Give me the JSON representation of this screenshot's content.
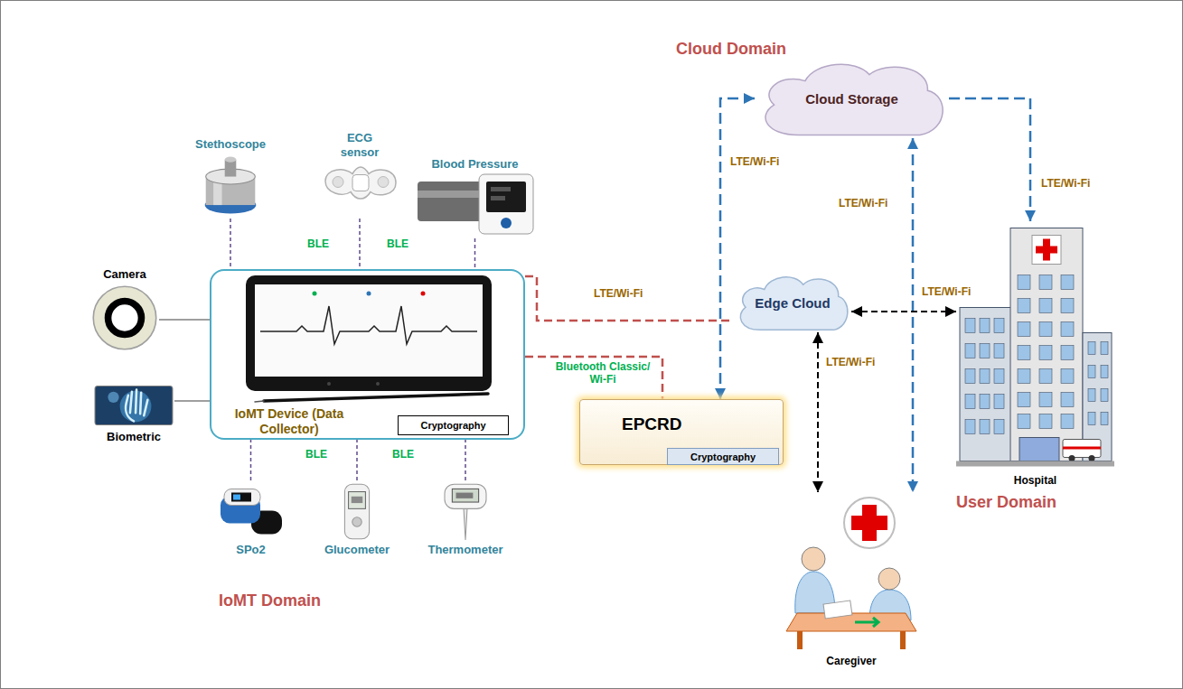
{
  "diagram": {
    "nodes": [
      {
        "text": [
          "Stethoscope"
        ]
      },
      {
        "text": [
          "ECG sensor"
        ]
      },
      {
        "text": [
          "Blood Pressure"
        ]
      },
      {
        "text": [
          "Camera"
        ]
      },
      {
        "text": [
          "IoMT Device (Data Collector)"
        ]
      },
      {
        "text": [
          "Cryptography"
        ],
        "in": 4
      },
      {
        "text": [
          "Biometric"
        ]
      },
      {
        "text": [
          "SPo2"
        ]
      },
      {
        "text": [
          "Glucometer"
        ]
      },
      {
        "text": [
          "Thermometer"
        ]
      },
      {
        "text": [
          "Cloud Storage"
        ]
      },
      {
        "text": [
          "Edge Cloud"
        ]
      },
      {
        "text": [
          "EPCRD"
        ]
      },
      {
        "text": [
          "Cryptography"
        ],
        "in": 12
      },
      {
        "text": [
          "Hospital"
        ]
      },
      {
        "text": [
          "Caregiver"
        ]
      }
    ],
    "edges": [
      {
        "from": 0,
        "to": 4,
        "arrow": "none"
      },
      {
        "from": 1,
        "to": 4,
        "arrow": "none"
      },
      {
        "from": 2,
        "to": 4,
        "arrow": "none"
      },
      {
        "from": 3,
        "to": 4,
        "arrow": "none"
      },
      {
        "from": 6,
        "to": 4,
        "arrow": "none"
      },
      {
        "from": 7,
        "to": 4,
        "arrow": "none"
      },
      {
        "from": 8,
        "to": 4,
        "arrow": "none"
      },
      {
        "from": 9,
        "to": 4,
        "arrow": "none"
      },
      {
        "from": 4,
        "to": 11,
        "label": "LTE/Wi-Fi",
        "arrow": "none"
      },
      {
        "from": 4,
        "to": 12,
        "label": "Bluetooth Classic/ Wi-Fi",
        "arrow": "none"
      },
      {
        "from": 10,
        "to": 12,
        "label": "LTE/Wi-Fi",
        "arrow": "both"
      },
      {
        "from": 10,
        "to": 14,
        "label": "LTE/Wi-Fi",
        "arrow": "to"
      },
      {
        "from": 10,
        "to": 15,
        "label": "LTE/Wi-Fi",
        "arrow": "both"
      },
      {
        "from": 11,
        "to": 14,
        "label": "LTE/Wi-Fi",
        "arrow": "both"
      },
      {
        "from": 11,
        "to": 15,
        "label": "LTE/Wi-Fi",
        "arrow": "both"
      }
    ],
    "labels": [
      "Cloud Domain",
      "User Domain",
      "IoMT Domain",
      "BLE",
      "BLE",
      "BLE",
      "BLE"
    ]
  }
}
